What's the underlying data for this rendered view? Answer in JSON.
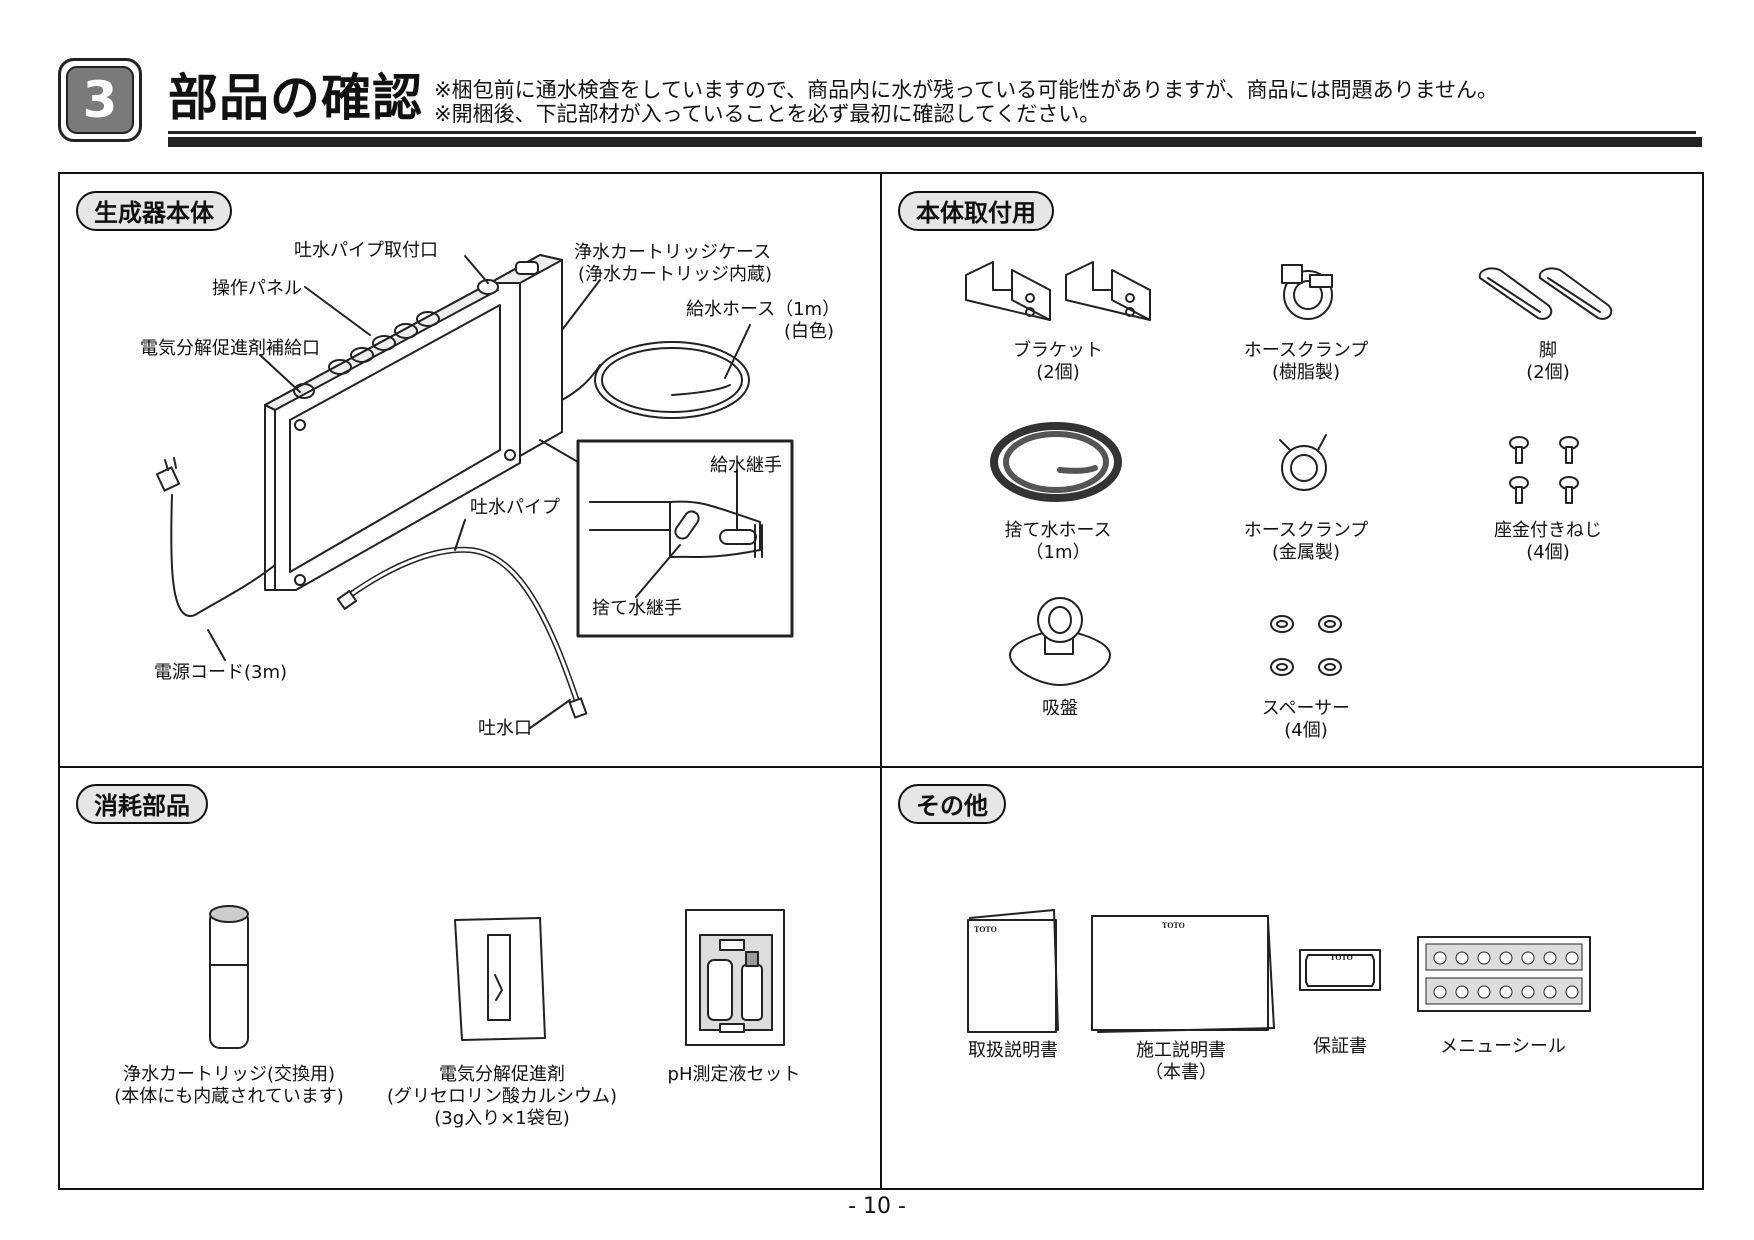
{
  "header": {
    "section_number": "3",
    "title": "部品の確認",
    "notes": [
      "※梱包前に通水検査をしていますので、商品内に水が残っている可能性がありますが、商品には問題ありません。",
      "※開梱後、下記部材が入っていることを必ず最初に確認してください。"
    ]
  },
  "panels": {
    "generator": {
      "heading": "生成器本体",
      "labels": {
        "spout_pipe_mount": "吐水パイプ取付口",
        "control_panel": "操作パネル",
        "electrolysis_refill": "電気分解促進剤補給口",
        "cartridge_case_1": "浄水カートリッジケース",
        "cartridge_case_2": "(浄水カートリッジ内蔵)",
        "supply_hose_1": "給水ホース（1m）",
        "supply_hose_2": "(白色)",
        "supply_joint": "給水継手",
        "drain_joint": "捨て水継手",
        "spout_pipe": "吐水パイプ",
        "power_cord": "電源コード(3m)",
        "spout": "吐水口"
      }
    },
    "mounting": {
      "heading": "本体取付用",
      "items": [
        {
          "name": "ブラケット",
          "sub": "(2個)"
        },
        {
          "name": "ホースクランプ",
          "sub": "(樹脂製)"
        },
        {
          "name": "脚",
          "sub": "(2個)"
        },
        {
          "name": "捨て水ホース",
          "sub": "（1m）"
        },
        {
          "name": "ホースクランプ",
          "sub": "(金属製)"
        },
        {
          "name": "座金付きねじ",
          "sub": "(4個)"
        },
        {
          "name": "吸盤",
          "sub": ""
        },
        {
          "name": "スペーサー",
          "sub": "(4個)"
        }
      ]
    },
    "consumables": {
      "heading": "消耗部品",
      "items": [
        {
          "l1": "浄水カートリッジ(交換用)",
          "l2": "(本体にも内蔵されています)",
          "l3": ""
        },
        {
          "l1": "電気分解促進剤",
          "l2": "(グリセロリン酸カルシウム)",
          "l3": "(3g入り×1袋包)"
        },
        {
          "l1": "pH測定液セット",
          "l2": "",
          "l3": ""
        }
      ]
    },
    "other": {
      "heading": "その他",
      "items": [
        {
          "name": "取扱説明書",
          "sub": ""
        },
        {
          "name": "施工説明書",
          "sub": "（本書）"
        },
        {
          "name": "保証書",
          "sub": ""
        },
        {
          "name": "メニューシール",
          "sub": ""
        }
      ],
      "brand": "TOTO"
    }
  },
  "page_number": "- 10 -"
}
